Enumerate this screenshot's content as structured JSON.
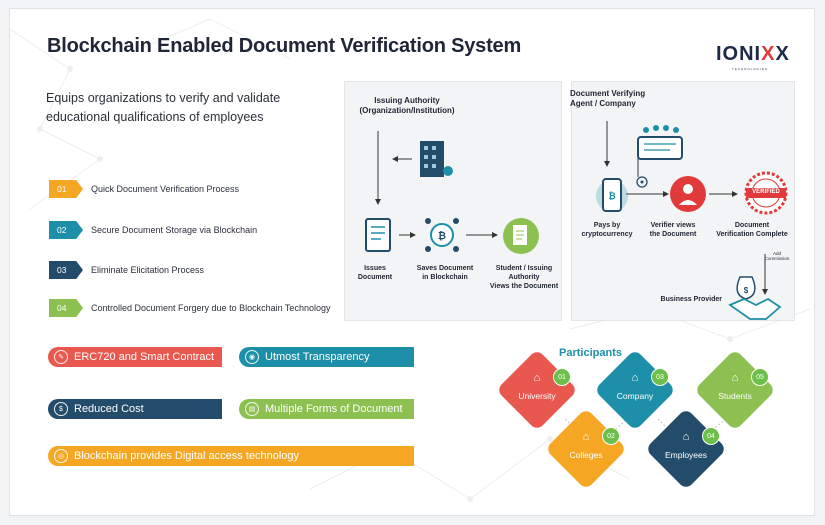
{
  "title": "Blockchain Enabled Document Verification System",
  "logo": {
    "text_main": "IONI",
    "text_x": "X",
    "text_end": "X",
    "tagline": "TECHNOLOGIES"
  },
  "subtitle": "Equips organizations to verify and validate educational qualifications of employees",
  "features": [
    {
      "num": "01",
      "label": "Quick Document Verification Process",
      "color": "#f5a623"
    },
    {
      "num": "02",
      "label": "Secure Document Storage via Blockchain",
      "color": "#1d8fa8"
    },
    {
      "num": "03",
      "label": "Eliminate Elicitation Process",
      "color": "#234b6a"
    },
    {
      "num": "04",
      "label": "Controlled Document Forgery due to Blockchain Technology",
      "color": "#8cc152"
    }
  ],
  "benefits": [
    {
      "label": "ERC720 and Smart Contract",
      "color": "#e8584f"
    },
    {
      "label": "Utmost Transparency",
      "color": "#1d8fa8"
    },
    {
      "label": "Reduced Cost",
      "color": "#234b6a"
    },
    {
      "label": "Multiple Forms of Document",
      "color": "#8cc152"
    },
    {
      "label": "Blockchain provides Digital access technology",
      "color": "#f5a623"
    }
  ],
  "issuing_flow": {
    "authority": "Issuing Authority\n(Organization/Institution)",
    "steps": [
      "Issues\nDocument",
      "Saves Document\nin Blockchain",
      "Student / Issuing\nAuthority\nViews the Document"
    ]
  },
  "verifying_flow": {
    "agent": "Document Verifying\nAgent / Company",
    "steps": [
      "Pays by\ncryptocurrency",
      "Verifier views\nthe Document",
      "Document\nVerification Complete"
    ],
    "add_commission": "Add\nCommission",
    "provider": "Business Provider",
    "stamp": "VERIFIED"
  },
  "participants": {
    "title": "Participants",
    "items": [
      {
        "num": "01",
        "label": "University",
        "color": "#e8584f"
      },
      {
        "num": "02",
        "label": "Colleges",
        "color": "#f5a623"
      },
      {
        "num": "03",
        "label": "Company",
        "color": "#1d8fa8"
      },
      {
        "num": "04",
        "label": "Employees",
        "color": "#234b6a"
      },
      {
        "num": "05",
        "label": "Students",
        "color": "#8cc152"
      }
    ]
  }
}
